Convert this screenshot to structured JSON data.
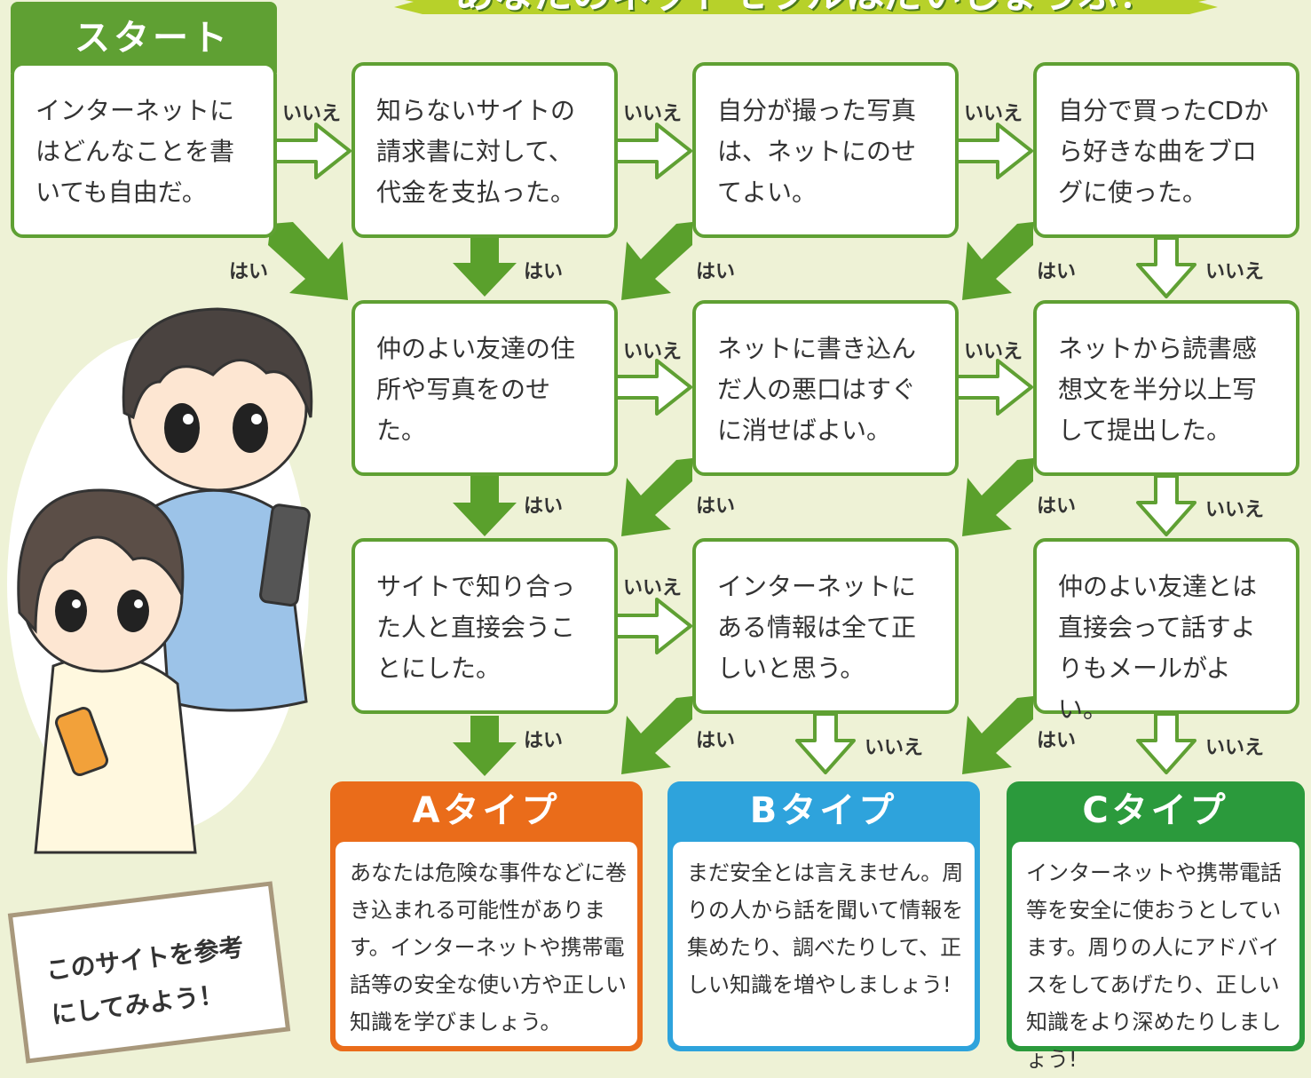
{
  "title": "あなたのネットモラルはだいじょうぶ！",
  "start_label": "スタート",
  "questions": [
    {
      "id": "q1",
      "text": "インターネットにはどんなことを書いても自由だ。"
    },
    {
      "id": "q2",
      "text": "知らないサイトの請求書に対して、代金を支払った。"
    },
    {
      "id": "q3",
      "text": "自分が撮った写真は、ネットにのせてよい。"
    },
    {
      "id": "q4",
      "text": "自分で買ったCDから好きな曲をブログに使った。"
    },
    {
      "id": "q5",
      "text": "仲のよい友達の住所や写真をのせた。"
    },
    {
      "id": "q6",
      "text": "ネットに書き込んだ人の悪口はすぐに消せばよい。"
    },
    {
      "id": "q7",
      "text": "ネットから読書感想文を半分以上写して提出した。"
    },
    {
      "id": "q8",
      "text": "サイトで知り合った人と直接会うことにした。"
    },
    {
      "id": "q9",
      "text": "インターネットにある情報は全て正しいと思う。"
    },
    {
      "id": "q10",
      "text": "仲のよい友達とは直接会って話すよりもメールがよい。"
    }
  ],
  "labels": {
    "yes": "はい",
    "no": "いいえ"
  },
  "results": [
    {
      "id": "A",
      "title": "Aタイプ",
      "color": "#ea6c1a",
      "text": "あなたは危険な事件などに巻き込まれる可能性があります。インターネットや携帯電話等の安全な使い方や正しい知識を学びましょう。"
    },
    {
      "id": "B",
      "title": "Bタイプ",
      "color": "#2ea3dc",
      "text": "まだ安全とは言えません。周りの人から話を聞いて情報を集めたり、調べたりして、正しい知識を増やしましょう!"
    },
    {
      "id": "C",
      "title": "Cタイプ",
      "color": "#2b9a3c",
      "text": "インターネットや携帯電話等を安全に使おうとしています。周りの人にアドバイスをしてあげたり、正しい知識をより深めたりしましょう!"
    }
  ],
  "note": "このサイトを参考にしてみよう！",
  "colors": {
    "green": "#5fa033",
    "arrow_yes": "#5aa02c",
    "background": "#eef2d6"
  }
}
